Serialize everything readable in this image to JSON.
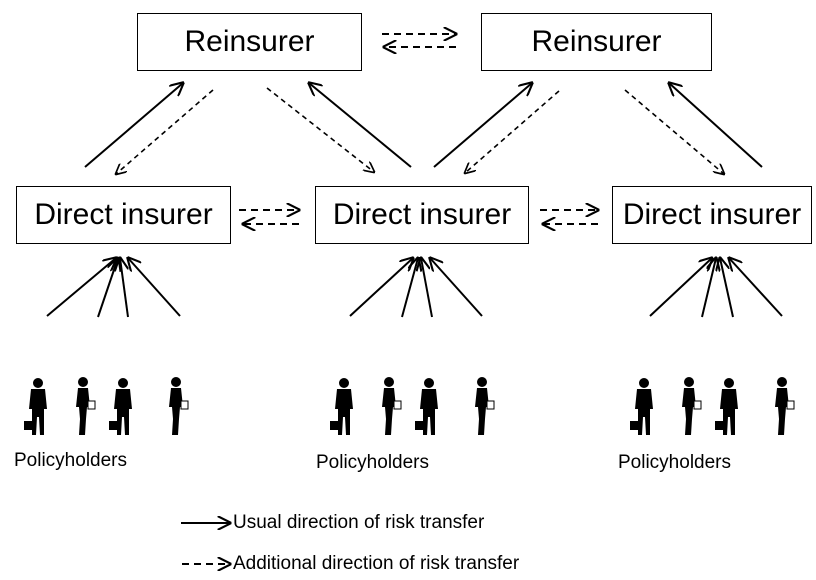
{
  "reinsurers": [
    "Reinsurer",
    "Reinsurer"
  ],
  "direct_insurers": [
    "Direct insurer",
    "Direct insurer",
    "Direct insurer"
  ],
  "policyholder_groups": [
    "Policyholders",
    "Policyholders",
    "Policyholders"
  ],
  "legend": {
    "usual": "Usual direction of risk transfer",
    "additional": "Additional direction of risk transfer"
  },
  "colors": {
    "ink": "#000000",
    "background": "#ffffff"
  }
}
